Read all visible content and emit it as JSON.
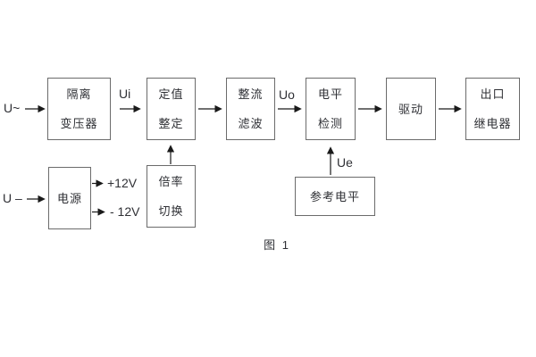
{
  "caption": "图 1",
  "colors": {
    "bg": "#ffffff",
    "border": "#6b6b6b",
    "text": "#2f3035",
    "arrow": "#1a1a1a"
  },
  "blocks": {
    "isolation_transformer": {
      "line1": "隔离",
      "line2": "变压器"
    },
    "value_setting": {
      "line1": "定值",
      "line2": "整定"
    },
    "rectify_filter": {
      "line1": "整流",
      "line2": "滤波"
    },
    "level_detection": {
      "line1": "电平",
      "line2": "检测"
    },
    "drive": {
      "line1": "驱动"
    },
    "output_relay": {
      "line1": "出口",
      "line2": "继电器"
    },
    "power_supply": {
      "line1": "电源"
    },
    "multiplier_switch": {
      "line1": "倍率",
      "line2": "切换"
    },
    "reference_level": {
      "line1": "参考电平"
    }
  },
  "signals": {
    "input_ac": "U~",
    "input_dc": "U –",
    "ui": "Ui",
    "uo": "Uo",
    "ue": "Ue",
    "plus_12v": "+12V",
    "minus_12v": "- 12V"
  }
}
